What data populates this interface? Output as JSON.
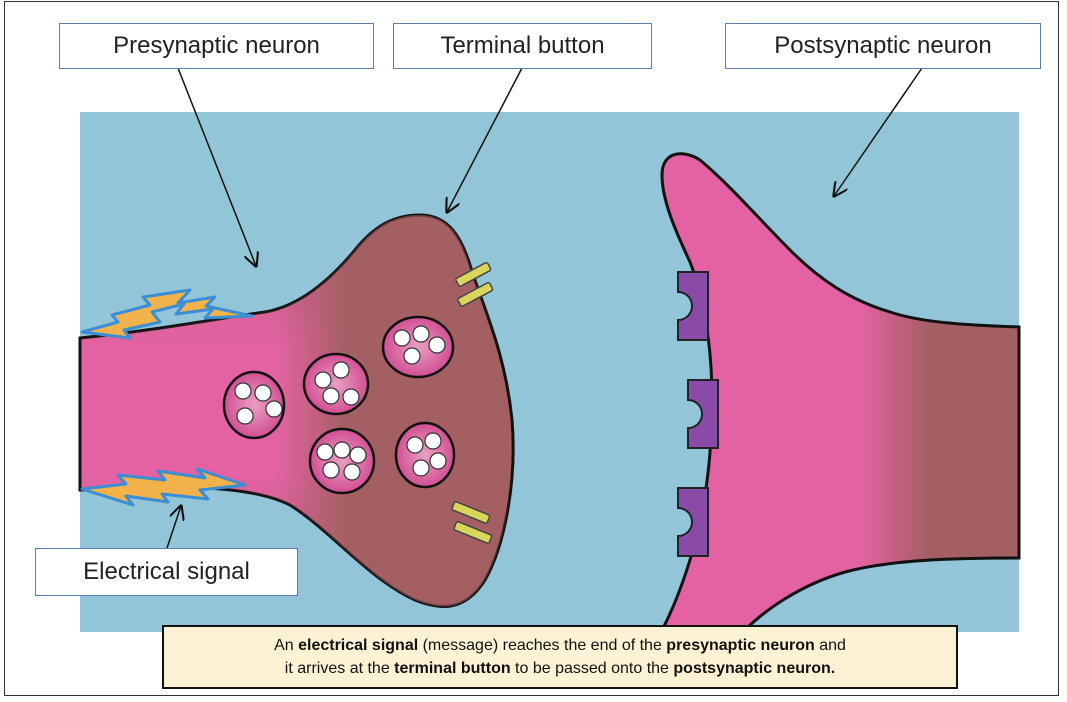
{
  "labels": {
    "presynaptic": "Presynaptic neuron",
    "terminal": "Terminal button",
    "postsynaptic": "Postsynaptic neuron",
    "electrical": "Electrical signal"
  },
  "caption": {
    "line1": [
      {
        "text": "An ",
        "bold": false
      },
      {
        "text": "electrical signal",
        "bold": true
      },
      {
        "text": " (message) reaches the end of the ",
        "bold": false
      },
      {
        "text": "presynaptic neuron",
        "bold": true
      },
      {
        "text": " and",
        "bold": false
      }
    ],
    "line2": [
      {
        "text": "it arrives at the ",
        "bold": false
      },
      {
        "text": "terminal button",
        "bold": true
      },
      {
        "text": " to be passed onto the ",
        "bold": false
      },
      {
        "text": "postsynaptic neuron.",
        "bold": true
      }
    ]
  },
  "colors": {
    "background": "#93c5d8",
    "neuron_body": "#a45f63",
    "neuron_highlight": "#e462a4",
    "receptor": "#8a4aa8",
    "channel": "#d8d65a",
    "lightning_fill": "#f3b24a",
    "lightning_stroke": "#3b8ed4"
  }
}
